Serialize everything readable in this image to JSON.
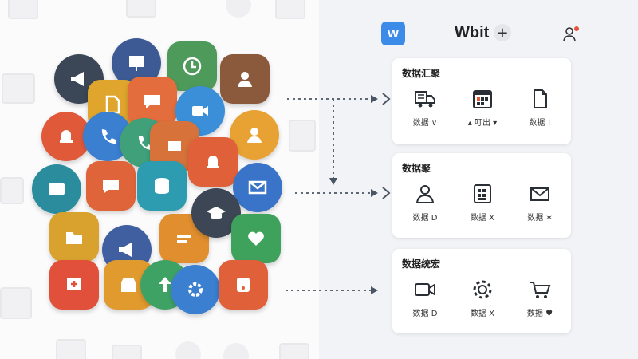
{
  "header": {
    "logo_text": "W",
    "title": "Wbit",
    "add_label": "+"
  },
  "icons": [
    "megaphone-icon",
    "presentation-icon",
    "clock-icon",
    "user-icon",
    "document-icon",
    "chat-icon",
    "video-icon",
    "phone-icon",
    "user-icon",
    "bell-icon",
    "message-icon",
    "database-icon",
    "mail-icon",
    "folder-icon",
    "megaphone-icon",
    "graduation-icon",
    "heart-icon",
    "plus-message-icon",
    "shop-icon",
    "upload-icon",
    "gear-icon",
    "alert-icon"
  ],
  "cards": [
    {
      "title": "数据汇聚",
      "items": [
        {
          "icon": "delivery-truck-icon",
          "label": "数据 ∨"
        },
        {
          "icon": "calendar-icon",
          "label": "▴ 叮出 ▾"
        },
        {
          "icon": "file-icon",
          "label": "数据 !"
        }
      ]
    },
    {
      "title": "数据聚",
      "items": [
        {
          "icon": "user-icon",
          "label": "数据 D"
        },
        {
          "icon": "calculator-icon",
          "label": "数据 X"
        },
        {
          "icon": "mail-icon",
          "label": "数据 ✶"
        }
      ]
    },
    {
      "title": "数据统宏",
      "items": [
        {
          "icon": "video-icon",
          "label": "数据 D"
        },
        {
          "icon": "gear-icon",
          "label": "数据 X"
        },
        {
          "icon": "cart-icon",
          "label": "数据 ♥"
        }
      ]
    }
  ],
  "colors": {
    "accent_blue": "#3d8be8",
    "card_bg": "#ffffff",
    "arrow": "#4a5563"
  }
}
